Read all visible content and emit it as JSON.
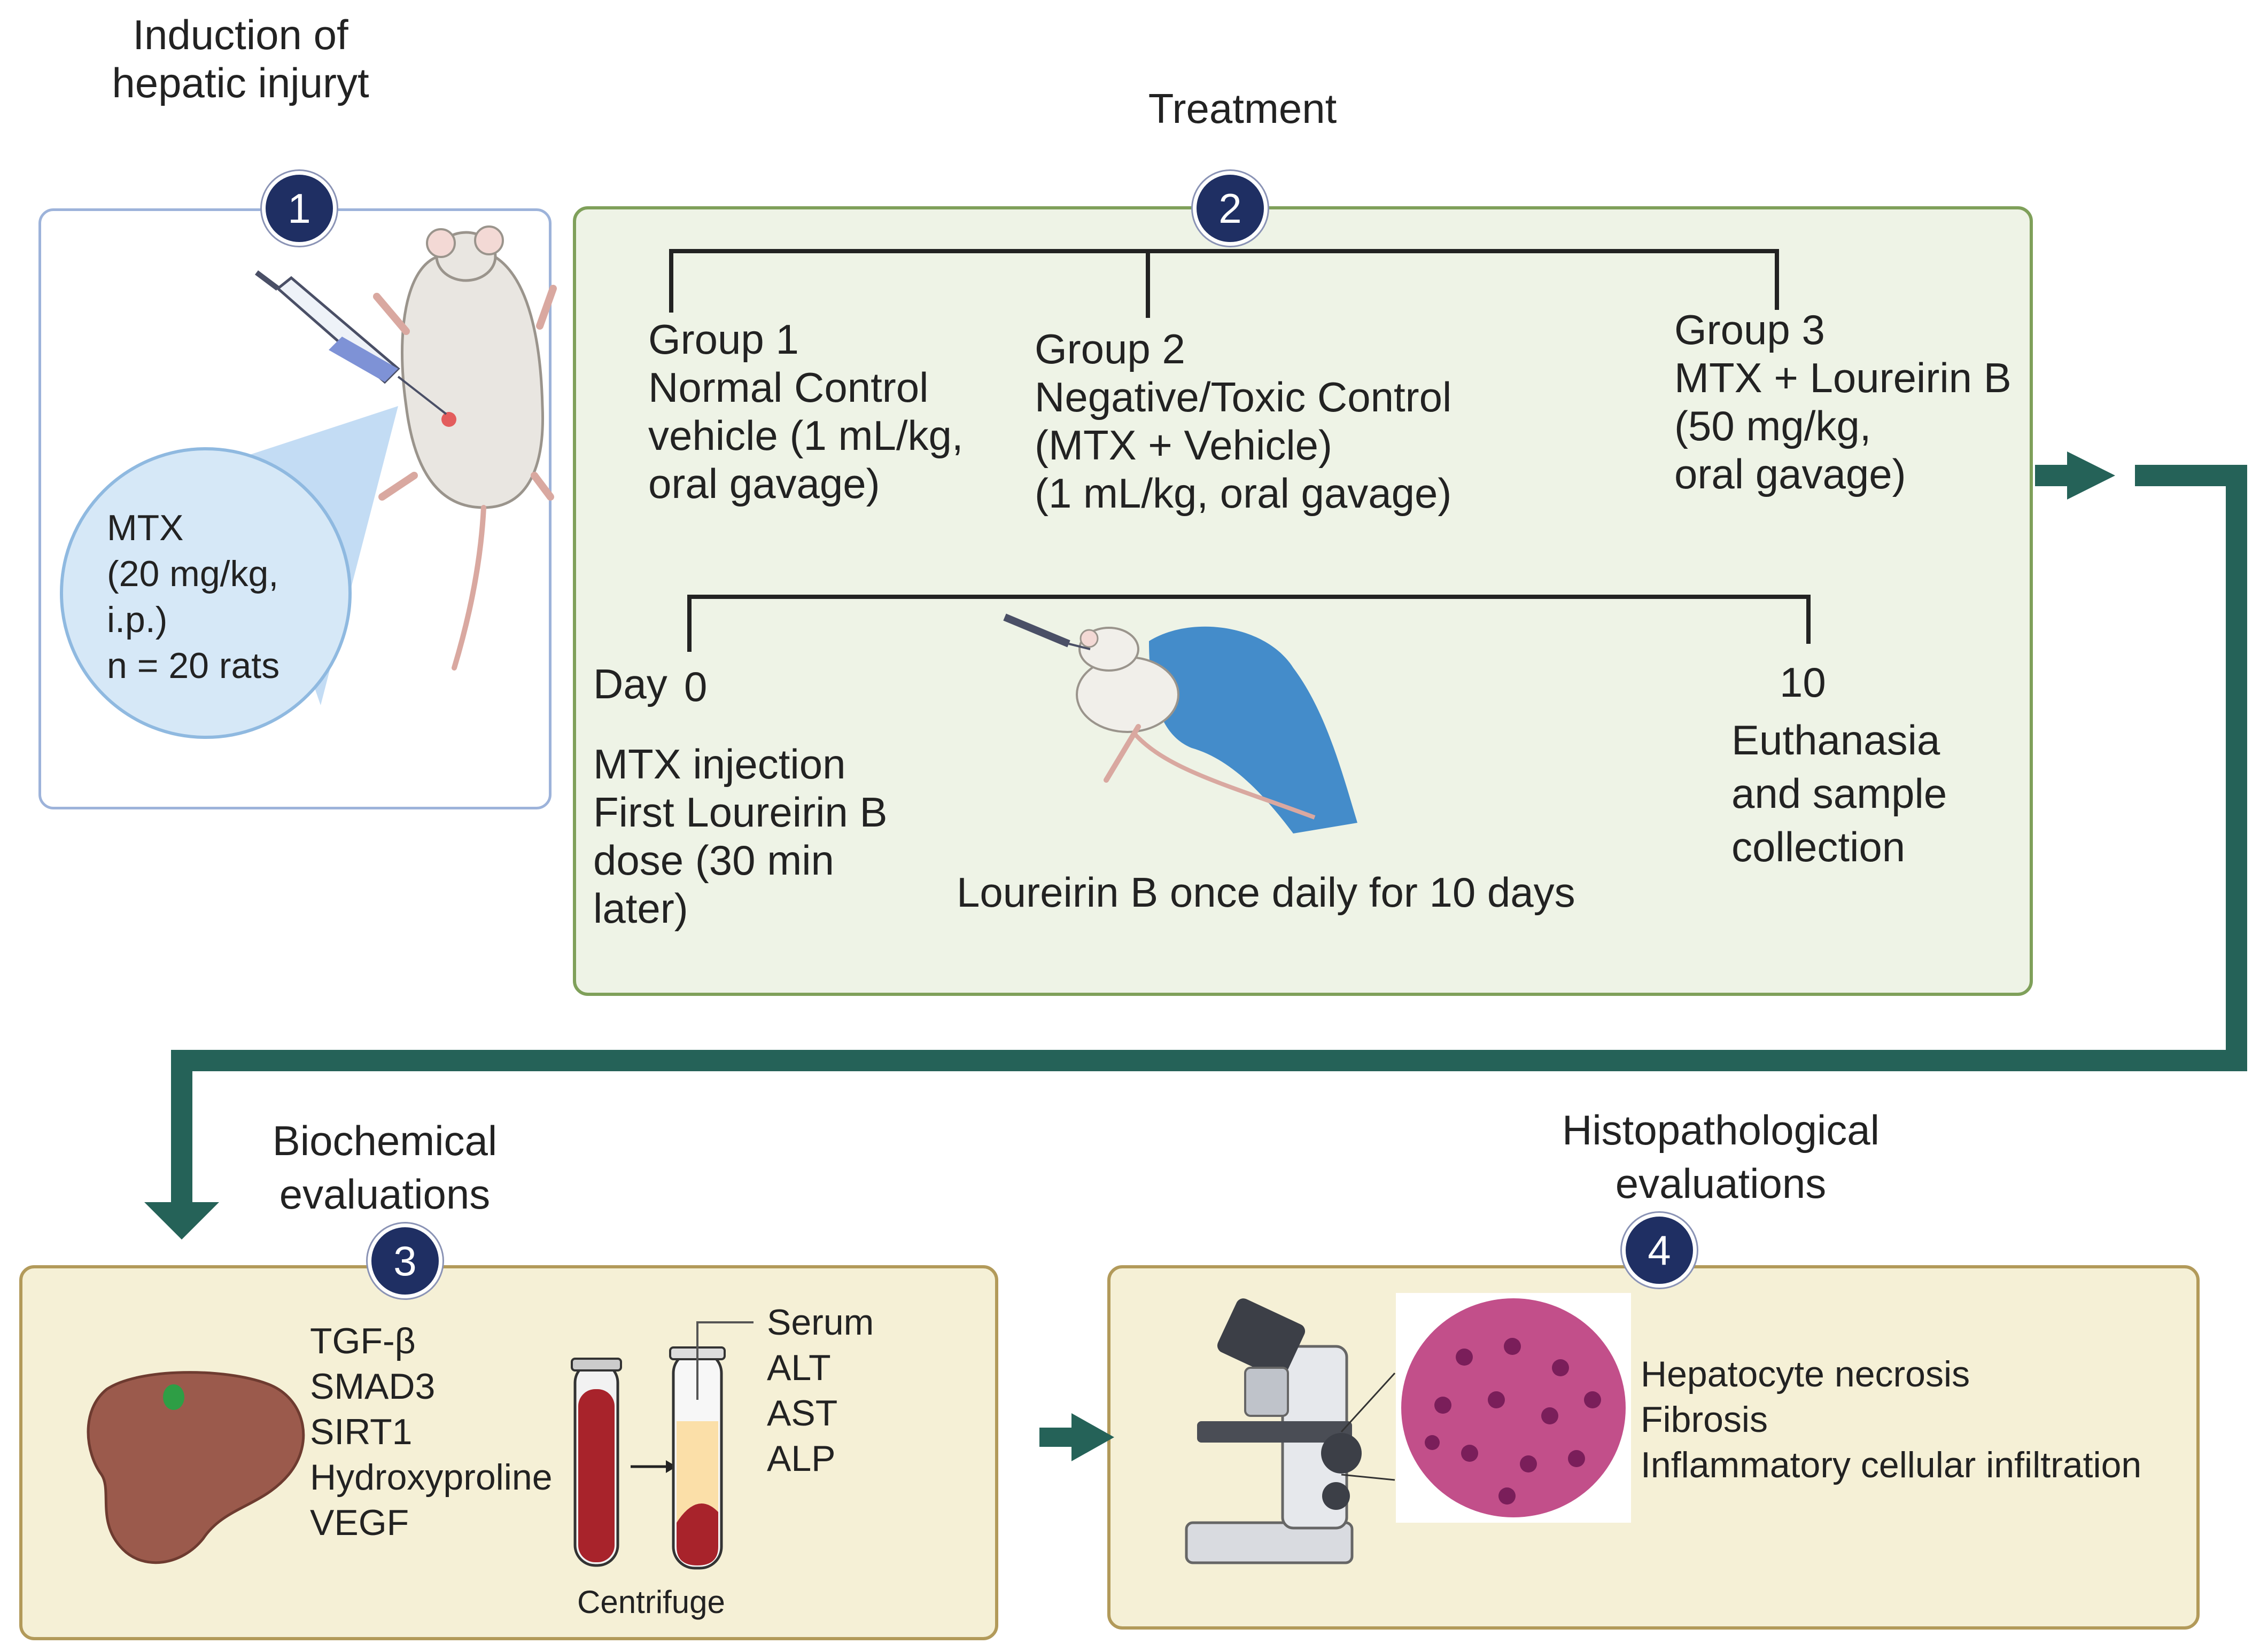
{
  "colors": {
    "box1_border": "#9db3da",
    "box2_border": "#7fa05a",
    "box2_fill": "#eef3e6",
    "box34_border": "#b29a5a",
    "box34_fill": "#f5f0d6",
    "badge": "#1f2f63",
    "arrow": "#256258",
    "bubble": "#d6e8f7"
  },
  "step1": {
    "title": [
      "Induction of",
      "hepatic injuryt"
    ],
    "badge": "1",
    "bubble": [
      "MTX",
      "(20 mg/kg,",
      "i.p.)",
      "n = 20 rats"
    ]
  },
  "step2": {
    "title": "Treatment",
    "badge": "2",
    "group1": [
      "Group 1",
      "Normal Control",
      "vehicle (1 mL/kg,",
      "oral gavage)"
    ],
    "group2": [
      "Group 2",
      "Negative/Toxic Control",
      "(MTX + Vehicle)",
      "(1 mL/kg, oral gavage)"
    ],
    "group3": [
      "Group 3",
      "MTX + Loureirin B",
      "(50 mg/kg,",
      "oral gavage)"
    ],
    "timeline": {
      "day_label": "Day",
      "start_day": "0",
      "end_day": "10",
      "start_events": [
        "MTX injection",
        "First Loureirin B",
        "dose (30 min",
        "later)"
      ],
      "end_events": [
        "Euthanasia",
        "and sample",
        "collection"
      ],
      "dosing": "Loureirin B once daily for 10 days"
    }
  },
  "step3": {
    "title": [
      "Biochemical",
      "evaluations"
    ],
    "badge": "3",
    "markers": [
      "TGF-β",
      "SMAD3",
      "SIRT1",
      "Hydroxyproline",
      "VEGF"
    ],
    "serum_label": "Serum",
    "serum_markers": [
      "ALT",
      "AST",
      "ALP"
    ],
    "centrifuge_label": "Centrifuge"
  },
  "step4": {
    "title": [
      "Histopathological",
      "evaluations"
    ],
    "badge": "4",
    "findings": [
      "Hepatocyte necrosis",
      "Fibrosis",
      "Inflammatory cellular infiltration"
    ]
  }
}
